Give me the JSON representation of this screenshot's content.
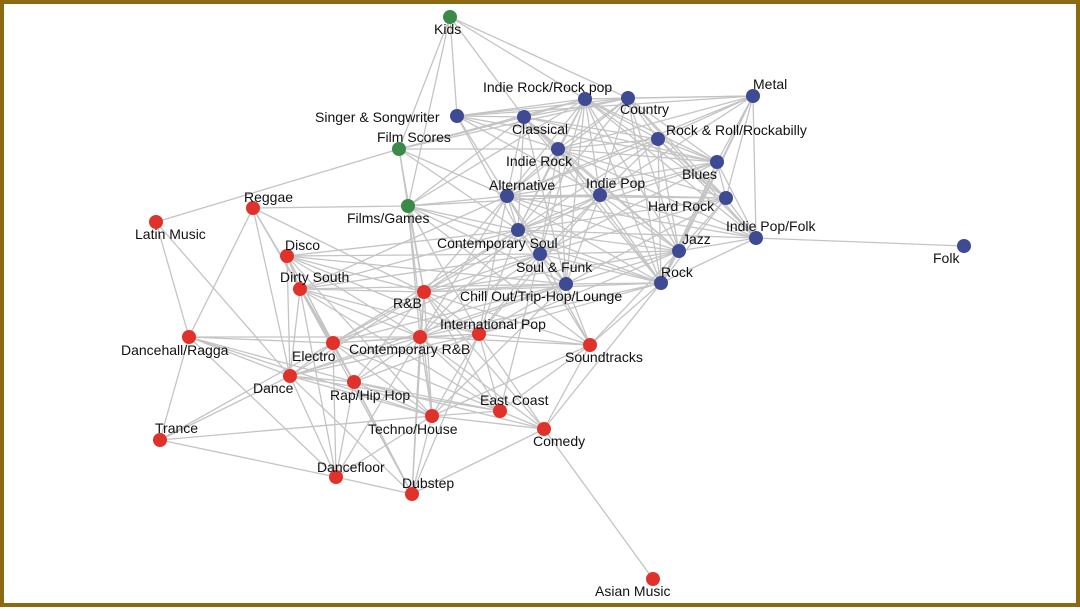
{
  "colors": {
    "red_group": "#E0322A",
    "blue_group": "#3E4A94",
    "green_group": "#3A8A4A",
    "edge": "#C4C4C4",
    "frame": "#8B6A12"
  },
  "nodes": [
    {
      "id": "kids",
      "label": "Kids",
      "group": "green_group"
    },
    {
      "id": "film-scores",
      "label": "Film Scores",
      "group": "green_group"
    },
    {
      "id": "films-games",
      "label": "Films/Games",
      "group": "green_group"
    },
    {
      "id": "indie-rock-pop",
      "label": "Indie Rock/Rock pop",
      "group": "blue_group"
    },
    {
      "id": "metal",
      "label": "Metal",
      "group": "blue_group"
    },
    {
      "id": "country",
      "label": "Country",
      "group": "blue_group"
    },
    {
      "id": "singer-songwriter",
      "label": "Singer & Songwriter",
      "group": "blue_group"
    },
    {
      "id": "classical",
      "label": "Classical",
      "group": "blue_group"
    },
    {
      "id": "rock-roll",
      "label": "Rock & Roll/Rockabilly",
      "group": "blue_group"
    },
    {
      "id": "indie-rock",
      "label": "Indie Rock",
      "group": "blue_group"
    },
    {
      "id": "blues",
      "label": "Blues",
      "group": "blue_group"
    },
    {
      "id": "alternative",
      "label": "Alternative",
      "group": "blue_group"
    },
    {
      "id": "indie-pop",
      "label": "Indie Pop",
      "group": "blue_group"
    },
    {
      "id": "hard-rock",
      "label": "Hard Rock",
      "group": "blue_group"
    },
    {
      "id": "indie-pop-folk",
      "label": "Indie Pop/Folk",
      "group": "blue_group"
    },
    {
      "id": "folk",
      "label": "Folk",
      "group": "blue_group"
    },
    {
      "id": "contemporary-soul",
      "label": "Contemporary Soul",
      "group": "blue_group"
    },
    {
      "id": "jazz",
      "label": "Jazz",
      "group": "blue_group"
    },
    {
      "id": "soul-funk",
      "label": "Soul & Funk",
      "group": "blue_group"
    },
    {
      "id": "rock",
      "label": "Rock",
      "group": "blue_group"
    },
    {
      "id": "chill-out",
      "label": "Chill Out/Trip-Hop/Lounge",
      "group": "blue_group"
    },
    {
      "id": "latin-music",
      "label": "Latin Music",
      "group": "red_group"
    },
    {
      "id": "reggae",
      "label": "Reggae",
      "group": "red_group"
    },
    {
      "id": "disco",
      "label": "Disco",
      "group": "red_group"
    },
    {
      "id": "dirty-south",
      "label": "Dirty South",
      "group": "red_group"
    },
    {
      "id": "rnb",
      "label": "R&B",
      "group": "red_group"
    },
    {
      "id": "international-pop",
      "label": "International Pop",
      "group": "red_group"
    },
    {
      "id": "dancehall",
      "label": "Dancehall/Ragga",
      "group": "red_group"
    },
    {
      "id": "electro",
      "label": "Electro",
      "group": "red_group"
    },
    {
      "id": "contemporary-rnb",
      "label": "Contemporary R&B",
      "group": "red_group"
    },
    {
      "id": "soundtracks",
      "label": "Soundtracks",
      "group": "red_group"
    },
    {
      "id": "dance",
      "label": "Dance",
      "group": "red_group"
    },
    {
      "id": "rap-hiphop",
      "label": "Rap/Hip Hop",
      "group": "red_group"
    },
    {
      "id": "east-coast",
      "label": "East Coast",
      "group": "red_group"
    },
    {
      "id": "trance",
      "label": "Trance",
      "group": "red_group"
    },
    {
      "id": "techno-house",
      "label": "Techno/House",
      "group": "red_group"
    },
    {
      "id": "comedy",
      "label": "Comedy",
      "group": "red_group"
    },
    {
      "id": "dancefloor",
      "label": "Dancefloor",
      "group": "red_group"
    },
    {
      "id": "dubstep",
      "label": "Dubstep",
      "group": "red_group"
    },
    {
      "id": "asian-music",
      "label": "Asian Music",
      "group": "red_group"
    }
  ],
  "edges": [
    [
      "kids",
      "film-scores"
    ],
    [
      "kids",
      "indie-rock-pop"
    ],
    [
      "kids",
      "classical"
    ],
    [
      "kids",
      "country"
    ],
    [
      "kids",
      "films-games"
    ],
    [
      "kids",
      "singer-songwriter"
    ],
    [
      "film-scores",
      "latin-music"
    ],
    [
      "film-scores",
      "indie-rock-pop"
    ],
    [
      "film-scores",
      "classical"
    ],
    [
      "film-scores",
      "alternative"
    ],
    [
      "film-scores",
      "contemporary-soul"
    ],
    [
      "film-scores",
      "rnb"
    ],
    [
      "film-scores",
      "films-games"
    ],
    [
      "film-scores",
      "indie-rock"
    ],
    [
      "film-scores",
      "country"
    ],
    [
      "films-games",
      "reggae"
    ],
    [
      "films-games",
      "indie-rock-pop"
    ],
    [
      "films-games",
      "alternative"
    ],
    [
      "films-games",
      "classical"
    ],
    [
      "films-games",
      "contemporary-soul"
    ],
    [
      "films-games",
      "chill-out"
    ],
    [
      "films-games",
      "soundtracks"
    ],
    [
      "films-games",
      "rnb"
    ],
    [
      "films-games",
      "international-pop"
    ],
    [
      "films-games",
      "indie-pop"
    ],
    [
      "films-games",
      "contemporary-rnb"
    ],
    [
      "films-games",
      "techno-house"
    ],
    [
      "films-games",
      "rock"
    ],
    [
      "singer-songwriter",
      "indie-rock-pop"
    ],
    [
      "singer-songwriter",
      "country"
    ],
    [
      "singer-songwriter",
      "classical"
    ],
    [
      "singer-songwriter",
      "indie-rock"
    ],
    [
      "singer-songwriter",
      "alternative"
    ],
    [
      "singer-songwriter",
      "indie-pop"
    ],
    [
      "singer-songwriter",
      "contemporary-soul"
    ],
    [
      "singer-songwriter",
      "metal"
    ],
    [
      "singer-songwriter",
      "blues"
    ],
    [
      "indie-rock-pop",
      "country"
    ],
    [
      "indie-rock-pop",
      "metal"
    ],
    [
      "indie-rock-pop",
      "classical"
    ],
    [
      "indie-rock-pop",
      "rock-roll"
    ],
    [
      "indie-rock-pop",
      "indie-rock"
    ],
    [
      "indie-rock-pop",
      "blues"
    ],
    [
      "indie-rock-pop",
      "alternative"
    ],
    [
      "indie-rock-pop",
      "indie-pop"
    ],
    [
      "indie-rock-pop",
      "hard-rock"
    ],
    [
      "indie-rock-pop",
      "indie-pop-folk"
    ],
    [
      "indie-rock-pop",
      "contemporary-soul"
    ],
    [
      "indie-rock-pop",
      "jazz"
    ],
    [
      "indie-rock-pop",
      "soul-funk"
    ],
    [
      "indie-rock-pop",
      "rock"
    ],
    [
      "indie-rock-pop",
      "chill-out"
    ],
    [
      "country",
      "metal"
    ],
    [
      "country",
      "classical"
    ],
    [
      "country",
      "rock-roll"
    ],
    [
      "country",
      "indie-rock"
    ],
    [
      "country",
      "blues"
    ],
    [
      "country",
      "alternative"
    ],
    [
      "country",
      "indie-pop"
    ],
    [
      "country",
      "hard-rock"
    ],
    [
      "country",
      "indie-pop-folk"
    ],
    [
      "country",
      "jazz"
    ],
    [
      "country",
      "rock"
    ],
    [
      "country",
      "contemporary-soul"
    ],
    [
      "metal",
      "rock-roll"
    ],
    [
      "metal",
      "blues"
    ],
    [
      "metal",
      "hard-rock"
    ],
    [
      "metal",
      "indie-pop-folk"
    ],
    [
      "metal",
      "indie-pop"
    ],
    [
      "metal",
      "rock"
    ],
    [
      "metal",
      "indie-rock"
    ],
    [
      "metal",
      "alternative"
    ],
    [
      "metal",
      "jazz"
    ],
    [
      "classical",
      "rock-roll"
    ],
    [
      "classical",
      "indie-rock"
    ],
    [
      "classical",
      "alternative"
    ],
    [
      "classical",
      "indie-pop"
    ],
    [
      "classical",
      "jazz"
    ],
    [
      "classical",
      "blues"
    ],
    [
      "classical",
      "contemporary-soul"
    ],
    [
      "classical",
      "chill-out"
    ],
    [
      "classical",
      "rock"
    ],
    [
      "rock-roll",
      "blues"
    ],
    [
      "rock-roll",
      "hard-rock"
    ],
    [
      "rock-roll",
      "indie-rock"
    ],
    [
      "rock-roll",
      "alternative"
    ],
    [
      "rock-roll",
      "indie-pop"
    ],
    [
      "rock-roll",
      "indie-pop-folk"
    ],
    [
      "rock-roll",
      "jazz"
    ],
    [
      "rock-roll",
      "rock"
    ],
    [
      "rock-roll",
      "contemporary-soul"
    ],
    [
      "indie-rock",
      "blues"
    ],
    [
      "indie-rock",
      "alternative"
    ],
    [
      "indie-rock",
      "indie-pop"
    ],
    [
      "indie-rock",
      "hard-rock"
    ],
    [
      "indie-rock",
      "contemporary-soul"
    ],
    [
      "indie-rock",
      "jazz"
    ],
    [
      "indie-rock",
      "rock"
    ],
    [
      "indie-rock",
      "soul-funk"
    ],
    [
      "indie-rock",
      "chill-out"
    ],
    [
      "indie-rock",
      "indie-pop-folk"
    ],
    [
      "blues",
      "hard-rock"
    ],
    [
      "blues",
      "indie-pop"
    ],
    [
      "blues",
      "alternative"
    ],
    [
      "blues",
      "indie-pop-folk"
    ],
    [
      "blues",
      "jazz"
    ],
    [
      "blues",
      "rock"
    ],
    [
      "blues",
      "contemporary-soul"
    ],
    [
      "blues",
      "soul-funk"
    ],
    [
      "alternative",
      "indie-pop"
    ],
    [
      "alternative",
      "contemporary-soul"
    ],
    [
      "alternative",
      "hard-rock"
    ],
    [
      "alternative",
      "jazz"
    ],
    [
      "alternative",
      "soul-funk"
    ],
    [
      "alternative",
      "rock"
    ],
    [
      "alternative",
      "chill-out"
    ],
    [
      "alternative",
      "rnb"
    ],
    [
      "alternative",
      "indie-pop-folk"
    ],
    [
      "alternative",
      "international-pop"
    ],
    [
      "alternative",
      "contemporary-rnb"
    ],
    [
      "alternative",
      "dirty-south"
    ],
    [
      "indie-pop",
      "hard-rock"
    ],
    [
      "indie-pop",
      "indie-pop-folk"
    ],
    [
      "indie-pop",
      "contemporary-soul"
    ],
    [
      "indie-pop",
      "jazz"
    ],
    [
      "indie-pop",
      "soul-funk"
    ],
    [
      "indie-pop",
      "rock"
    ],
    [
      "indie-pop",
      "chill-out"
    ],
    [
      "indie-pop",
      "international-pop"
    ],
    [
      "indie-pop",
      "rnb"
    ],
    [
      "hard-rock",
      "indie-pop-folk"
    ],
    [
      "hard-rock",
      "jazz"
    ],
    [
      "hard-rock",
      "rock"
    ],
    [
      "hard-rock",
      "contemporary-soul"
    ],
    [
      "hard-rock",
      "soul-funk"
    ],
    [
      "hard-rock",
      "chill-out"
    ],
    [
      "indie-pop-folk",
      "folk"
    ],
    [
      "indie-pop-folk",
      "jazz"
    ],
    [
      "indie-pop-folk",
      "rock"
    ],
    [
      "indie-pop-folk",
      "contemporary-soul"
    ],
    [
      "contemporary-soul",
      "jazz"
    ],
    [
      "contemporary-soul",
      "soul-funk"
    ],
    [
      "contemporary-soul",
      "rock"
    ],
    [
      "contemporary-soul",
      "chill-out"
    ],
    [
      "contemporary-soul",
      "rnb"
    ],
    [
      "contemporary-soul",
      "international-pop"
    ],
    [
      "contemporary-soul",
      "contemporary-rnb"
    ],
    [
      "contemporary-soul",
      "disco"
    ],
    [
      "contemporary-soul",
      "dirty-south"
    ],
    [
      "contemporary-soul",
      "electro"
    ],
    [
      "contemporary-soul",
      "soundtracks"
    ],
    [
      "jazz",
      "soul-funk"
    ],
    [
      "jazz",
      "rock"
    ],
    [
      "jazz",
      "chill-out"
    ],
    [
      "jazz",
      "international-pop"
    ],
    [
      "jazz",
      "rnb"
    ],
    [
      "jazz",
      "soundtracks"
    ],
    [
      "soul-funk",
      "rock"
    ],
    [
      "soul-funk",
      "chill-out"
    ],
    [
      "soul-funk",
      "rnb"
    ],
    [
      "soul-funk",
      "international-pop"
    ],
    [
      "soul-funk",
      "contemporary-rnb"
    ],
    [
      "soul-funk",
      "soundtracks"
    ],
    [
      "soul-funk",
      "electro"
    ],
    [
      "soul-funk",
      "disco"
    ],
    [
      "soul-funk",
      "dirty-south"
    ],
    [
      "soul-funk",
      "east-coast"
    ],
    [
      "rock",
      "chill-out"
    ],
    [
      "rock",
      "international-pop"
    ],
    [
      "rock",
      "soundtracks"
    ],
    [
      "rock",
      "comedy"
    ],
    [
      "rock",
      "rnb"
    ],
    [
      "rock",
      "contemporary-rnb"
    ],
    [
      "chill-out",
      "rnb"
    ],
    [
      "chill-out",
      "international-pop"
    ],
    [
      "chill-out",
      "contemporary-rnb"
    ],
    [
      "chill-out",
      "soundtracks"
    ],
    [
      "chill-out",
      "electro"
    ],
    [
      "chill-out",
      "dance"
    ],
    [
      "chill-out",
      "dirty-south"
    ],
    [
      "chill-out",
      "disco"
    ],
    [
      "chill-out",
      "techno-house"
    ],
    [
      "latin-music",
      "dancehall"
    ],
    [
      "latin-music",
      "dance"
    ],
    [
      "reggae",
      "dancehall"
    ],
    [
      "reggae",
      "dirty-south"
    ],
    [
      "reggae",
      "rnb"
    ],
    [
      "reggae",
      "electro"
    ],
    [
      "reggae",
      "dance"
    ],
    [
      "reggae",
      "rap-hiphop"
    ],
    [
      "disco",
      "dirty-south"
    ],
    [
      "disco",
      "rnb"
    ],
    [
      "disco",
      "electro"
    ],
    [
      "disco",
      "contemporary-rnb"
    ],
    [
      "disco",
      "dance"
    ],
    [
      "disco",
      "rap-hiphop"
    ],
    [
      "disco",
      "international-pop"
    ],
    [
      "disco",
      "techno-house"
    ],
    [
      "dirty-south",
      "rnb"
    ],
    [
      "dirty-south",
      "electro"
    ],
    [
      "dirty-south",
      "contemporary-rnb"
    ],
    [
      "dirty-south",
      "dance"
    ],
    [
      "dirty-south",
      "rap-hiphop"
    ],
    [
      "dirty-south",
      "east-coast"
    ],
    [
      "dirty-south",
      "international-pop"
    ],
    [
      "dirty-south",
      "dancefloor"
    ],
    [
      "dirty-south",
      "dubstep"
    ],
    [
      "rnb",
      "electro"
    ],
    [
      "rnb",
      "contemporary-rnb"
    ],
    [
      "rnb",
      "international-pop"
    ],
    [
      "rnb",
      "rap-hiphop"
    ],
    [
      "rnb",
      "dance"
    ],
    [
      "rnb",
      "east-coast"
    ],
    [
      "rnb",
      "soundtracks"
    ],
    [
      "rnb",
      "techno-house"
    ],
    [
      "rnb",
      "dubstep"
    ],
    [
      "rnb",
      "comedy"
    ],
    [
      "international-pop",
      "contemporary-rnb"
    ],
    [
      "international-pop",
      "electro"
    ],
    [
      "international-pop",
      "rap-hiphop"
    ],
    [
      "international-pop",
      "east-coast"
    ],
    [
      "international-pop",
      "soundtracks"
    ],
    [
      "international-pop",
      "techno-house"
    ],
    [
      "international-pop",
      "dance"
    ],
    [
      "international-pop",
      "comedy"
    ],
    [
      "international-pop",
      "dubstep"
    ],
    [
      "dancehall",
      "electro"
    ],
    [
      "dancehall",
      "dance"
    ],
    [
      "dancehall",
      "contemporary-rnb"
    ],
    [
      "dancehall",
      "trance"
    ],
    [
      "dancehall",
      "rap-hiphop"
    ],
    [
      "dancehall",
      "dancefloor"
    ],
    [
      "dancehall",
      "techno-house"
    ],
    [
      "electro",
      "contemporary-rnb"
    ],
    [
      "electro",
      "dance"
    ],
    [
      "electro",
      "rap-hiphop"
    ],
    [
      "electro",
      "techno-house"
    ],
    [
      "electro",
      "dancefloor"
    ],
    [
      "electro",
      "trance"
    ],
    [
      "electro",
      "east-coast"
    ],
    [
      "electro",
      "dubstep"
    ],
    [
      "contemporary-rnb",
      "rap-hiphop"
    ],
    [
      "contemporary-rnb",
      "dance"
    ],
    [
      "contemporary-rnb",
      "techno-house"
    ],
    [
      "contemporary-rnb",
      "east-coast"
    ],
    [
      "contemporary-rnb",
      "comedy"
    ],
    [
      "contemporary-rnb",
      "dubstep"
    ],
    [
      "contemporary-rnb",
      "dancefloor"
    ],
    [
      "contemporary-rnb",
      "soundtracks"
    ],
    [
      "soundtracks",
      "east-coast"
    ],
    [
      "soundtracks",
      "comedy"
    ],
    [
      "soundtracks",
      "techno-house"
    ],
    [
      "dance",
      "rap-hiphop"
    ],
    [
      "dance",
      "trance"
    ],
    [
      "dance",
      "techno-house"
    ],
    [
      "dance",
      "dancefloor"
    ],
    [
      "dance",
      "dubstep"
    ],
    [
      "dance",
      "east-coast"
    ],
    [
      "rap-hiphop",
      "techno-house"
    ],
    [
      "rap-hiphop",
      "east-coast"
    ],
    [
      "rap-hiphop",
      "dancefloor"
    ],
    [
      "rap-hiphop",
      "dubstep"
    ],
    [
      "rap-hiphop",
      "comedy"
    ],
    [
      "east-coast",
      "comedy"
    ],
    [
      "east-coast",
      "techno-house"
    ],
    [
      "trance",
      "techno-house"
    ],
    [
      "trance",
      "dancefloor"
    ],
    [
      "techno-house",
      "dancefloor"
    ],
    [
      "techno-house",
      "dubstep"
    ],
    [
      "techno-house",
      "comedy"
    ],
    [
      "comedy",
      "asian-music"
    ],
    [
      "comedy",
      "dubstep"
    ],
    [
      "dancefloor",
      "dubstep"
    ]
  ]
}
